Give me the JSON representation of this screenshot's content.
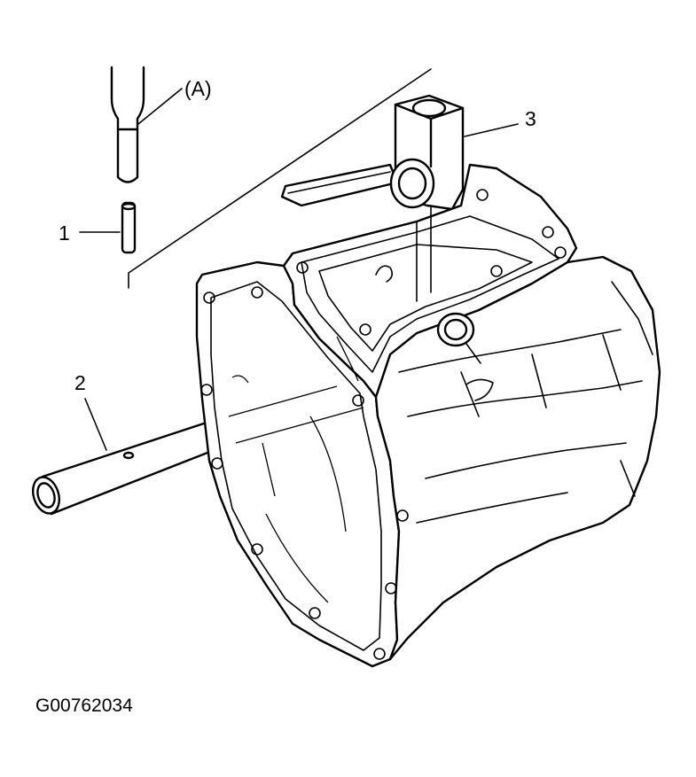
{
  "labels": {
    "tool": "(A)",
    "part1": "1",
    "part2": "2",
    "part3": "3"
  },
  "figure_id": "G00762034"
}
